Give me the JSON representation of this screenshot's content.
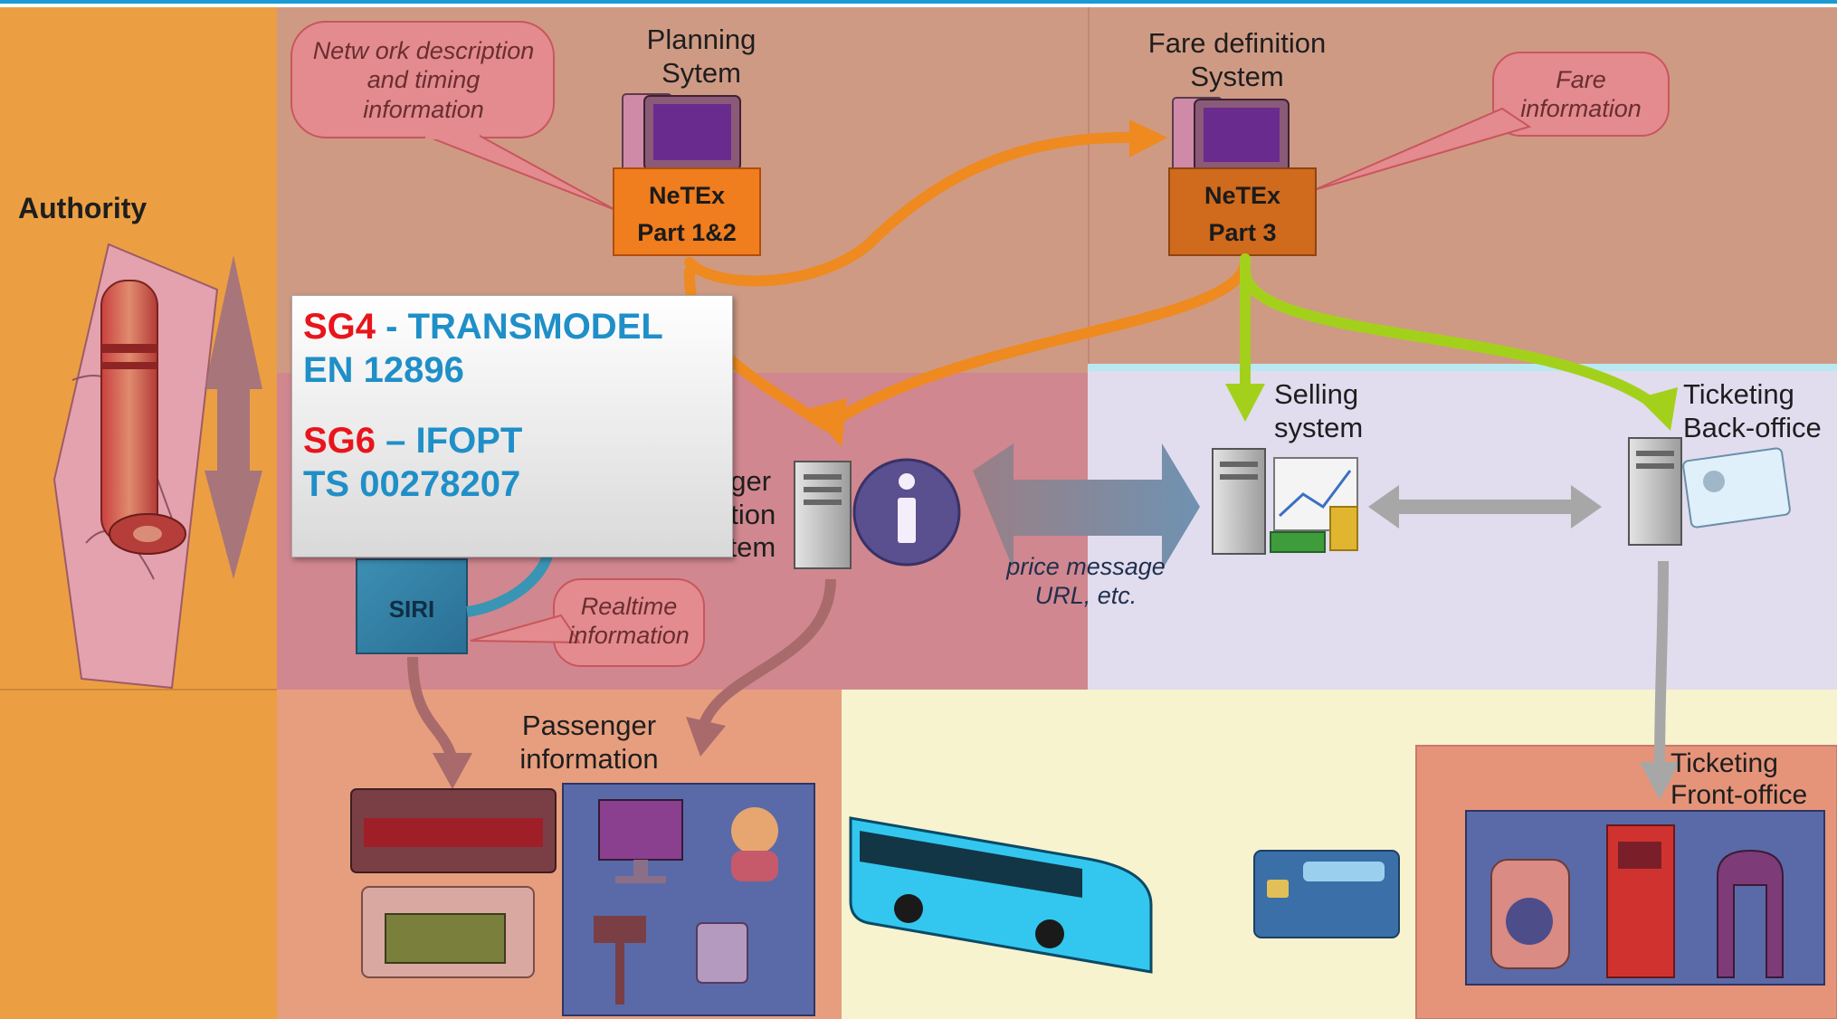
{
  "authority": {
    "label": "Authority"
  },
  "planning": {
    "label": "Planning\nSytem",
    "box": "NeTEx\nPart 1&2",
    "callout": "Netw ork description\nand timing\ninformation"
  },
  "fare": {
    "label": "Fare definition\nSystem",
    "box": "NeTEx\nPart 3",
    "callout": "Fare\ninformation"
  },
  "siri": {
    "box": "SIRI",
    "callout": "Realtime\ninformation"
  },
  "journey_planner": {
    "partial_label": "nger\nation\nstem"
  },
  "price_message": {
    "text": "price message\nURL, etc."
  },
  "selling": {
    "label": "Selling\nsystem"
  },
  "ticketing_back": {
    "label": "Ticketing\nBack-office"
  },
  "passenger_info": {
    "label": "Passenger\ninformation"
  },
  "ticketing_front": {
    "label": "Ticketing\nFront-office"
  },
  "overlay": {
    "sg4_code": "SG4",
    "sg4_rest": " - TRANSMODEL",
    "sg4_std": "EN 12896",
    "sg6_code": "SG6",
    "sg6_rest": " – IFOPT",
    "sg6_std": "TS 00278207"
  },
  "colors": {
    "authority_band": "#ec9f42",
    "planning_zone": "#cf9a84",
    "operator_zone": "#d1878f",
    "selling_zone": "#e1dcee",
    "passenger_zone": "#e79e7e",
    "vehicle_zone": "#f7f3cf",
    "front_office_zone": "#e5947a",
    "netex_box": "#f07d1e",
    "orange_arrow": "#ee8a1f",
    "green_arrow": "#a3d11b",
    "grey_arrow": "#a7a7a7",
    "accent_blue": "#1f8fc8",
    "accent_red": "#e8151b",
    "bus": "#33c7ef"
  }
}
